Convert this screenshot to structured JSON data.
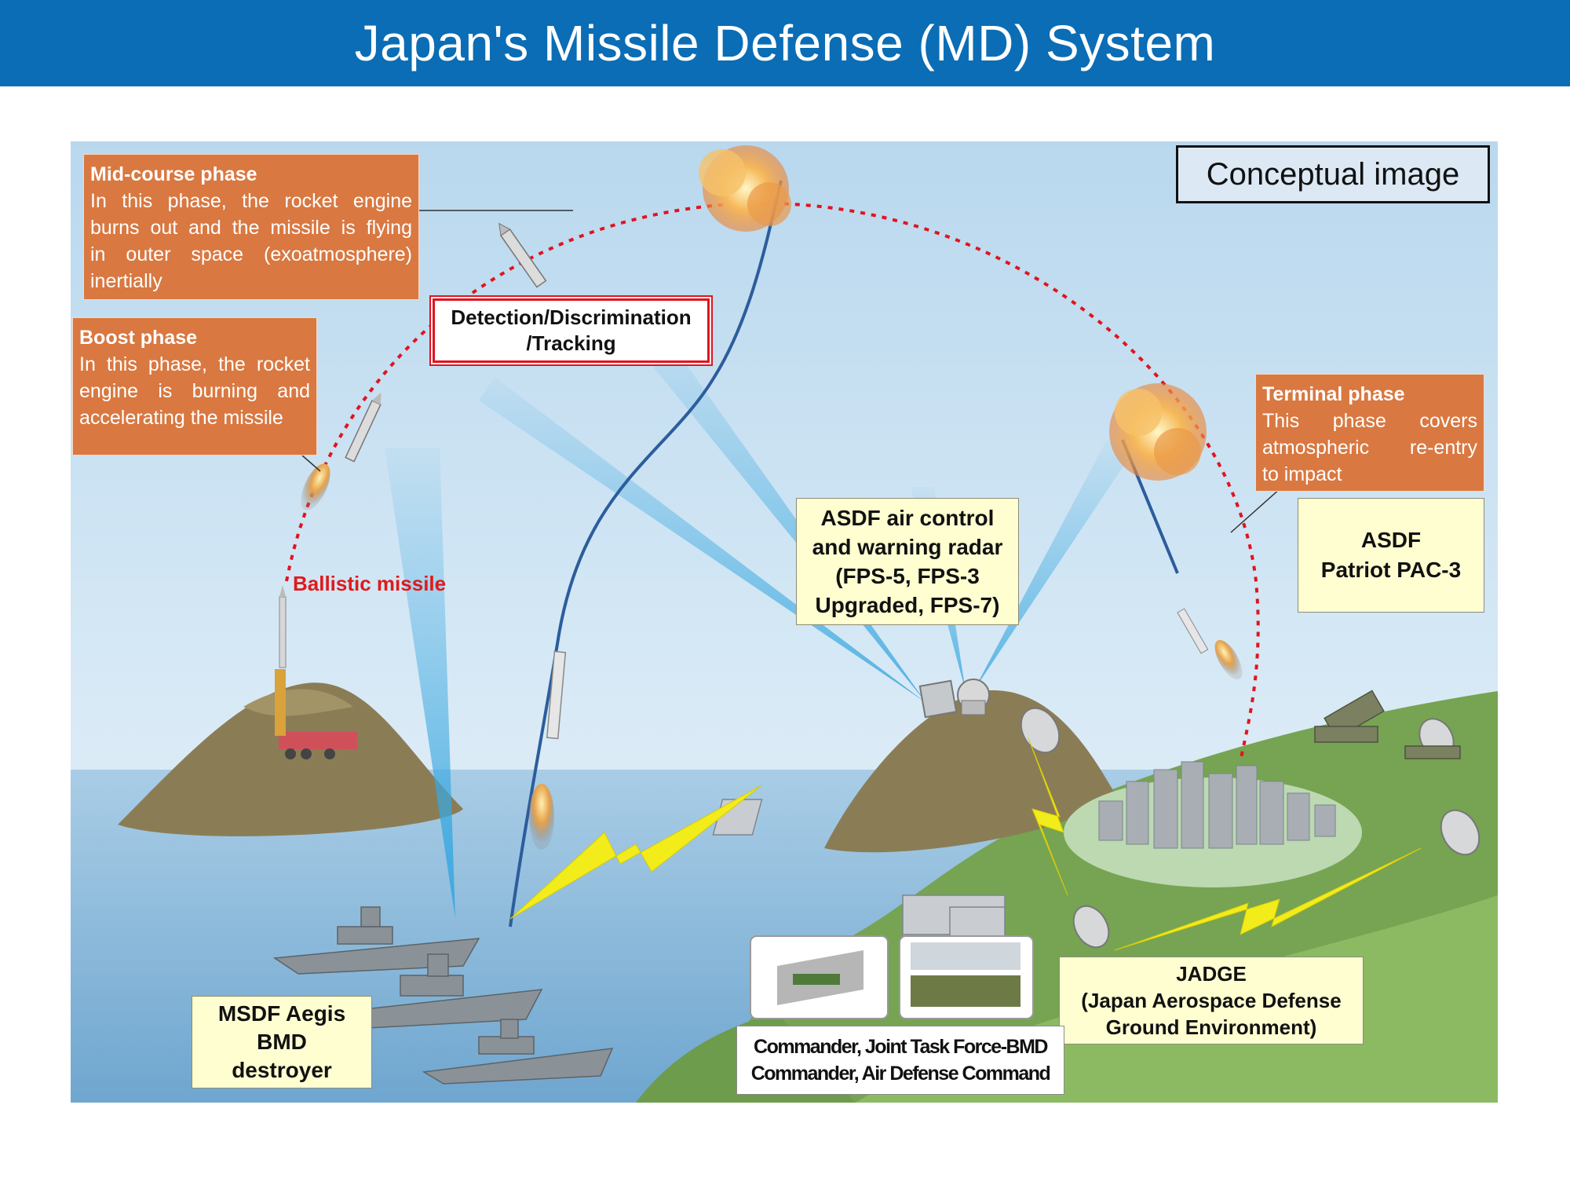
{
  "title": "Japan's Missile Defense (MD) System",
  "conceptual_label": "Conceptual image",
  "phases": {
    "midcourse": {
      "heading": "Mid-course phase",
      "lines": [
        "In this phase, the rocket engine",
        "burns out and the missile is flying",
        "in outer space (exoatmosphere)",
        "inertially"
      ]
    },
    "boost": {
      "heading": "Boost phase",
      "lines": [
        "In this phase, the rocket",
        "engine is burning and",
        "accelerating the missile"
      ]
    },
    "terminal": {
      "heading": "Terminal phase",
      "lines": [
        "This phase covers",
        "atmospheric re-entry",
        "to impact"
      ]
    }
  },
  "detection": {
    "line1": "Detection/Discrimination",
    "line2": "/Tracking"
  },
  "ballistic_missile": "Ballistic missile",
  "radar": {
    "lines": [
      "ASDF air control",
      "and warning radar",
      "(FPS-5, FPS-3",
      "Upgraded, FPS-7)"
    ]
  },
  "patriot": {
    "lines": [
      "ASDF",
      "Patriot PAC-3"
    ]
  },
  "aegis": {
    "lines": [
      "MSDF Aegis",
      "BMD",
      "destroyer"
    ]
  },
  "jadge": {
    "lines": [
      "JADGE",
      "(Japan Aerospace Defense",
      "Ground Environment)"
    ]
  },
  "command": {
    "lines": [
      "Commander, Joint Task Force-BMD",
      "Commander, Air Defense Command"
    ]
  },
  "colors": {
    "header": "#0a6db5",
    "phase_box": "#d97841",
    "label_box": "#fefed1",
    "trajectory": "#e0141e",
    "interceptor": "#2c5d9c",
    "beam": "#5ab8e8",
    "lightning": "#f2ec1a"
  }
}
